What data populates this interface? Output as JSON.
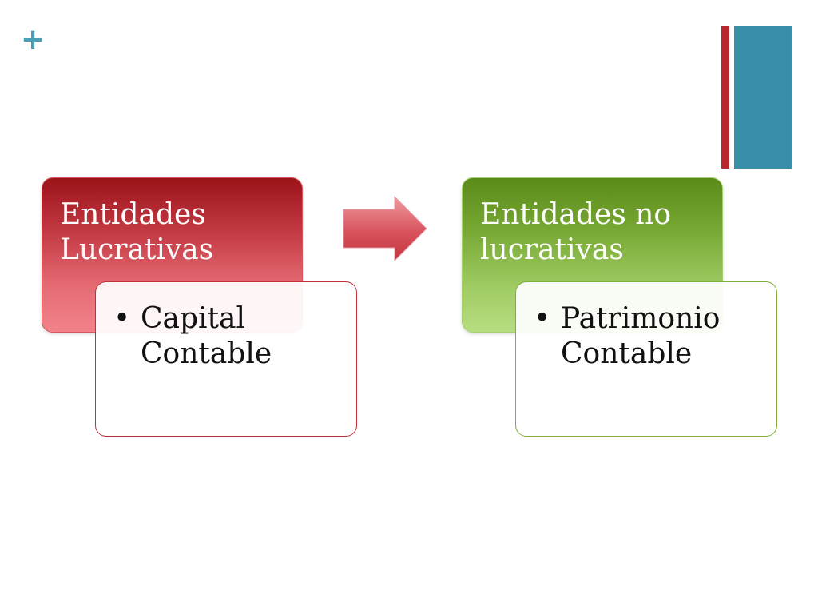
{
  "slide": {
    "plus_glyph": "+",
    "colors": {
      "plus": "#4a9eb5",
      "accent_red": "#b8272e",
      "accent_teal": "#3a8fa8",
      "red_box": "#c33a43",
      "green_box": "#78a935",
      "arrow": "#d8535c"
    }
  },
  "diagram": {
    "left": {
      "heading": "Entidades Lucrativas",
      "bullet_glyph": "•",
      "bullet_text": "Capital Contable"
    },
    "right": {
      "heading": "Entidades no lucrativas",
      "bullet_glyph": "•",
      "bullet_text": "Patrimonio Contable"
    },
    "connector_icon": "right-arrow-icon"
  }
}
